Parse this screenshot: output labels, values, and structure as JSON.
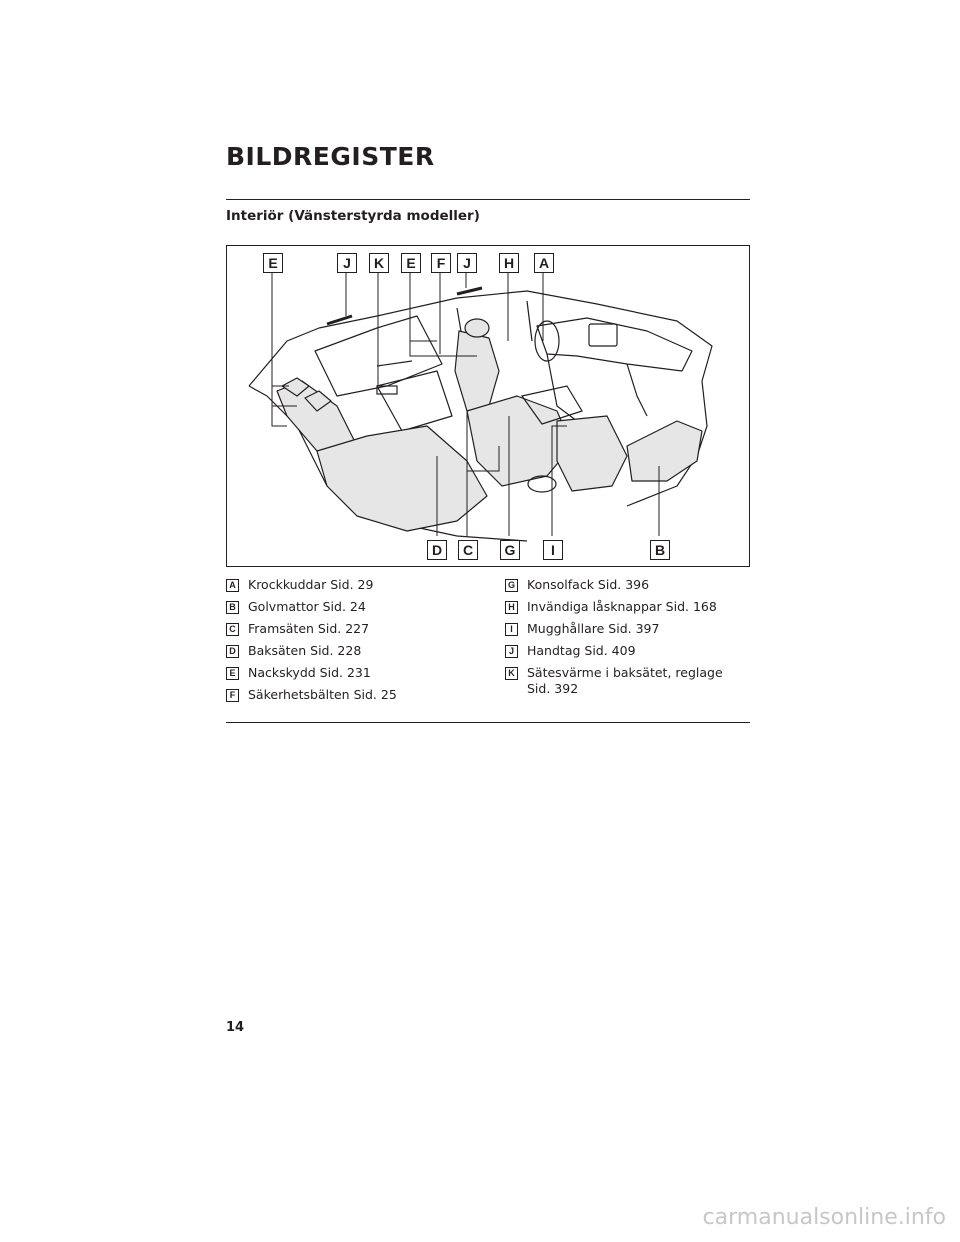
{
  "heading": "BILDREGISTER",
  "subheading": "Interiör (Vänsterstyrda modeller)",
  "figure": {
    "top_callouts": [
      "E",
      "J",
      "K",
      "E",
      "F",
      "J",
      "H",
      "A"
    ],
    "bottom_callouts": [
      "D",
      "C",
      "G",
      "I",
      "B"
    ]
  },
  "legend_left": [
    {
      "letter": "A",
      "text": "Krockkuddar Sid. 29"
    },
    {
      "letter": "B",
      "text": "Golvmattor Sid. 24"
    },
    {
      "letter": "C",
      "text": "Framsäten Sid. 227"
    },
    {
      "letter": "D",
      "text": "Baksäten Sid. 228"
    },
    {
      "letter": "E",
      "text": "Nackskydd Sid. 231"
    },
    {
      "letter": "F",
      "text": "Säkerhetsbälten Sid. 25"
    }
  ],
  "legend_right": [
    {
      "letter": "G",
      "text": "Konsolfack Sid. 396"
    },
    {
      "letter": "H",
      "text": "Invändiga låsknappar Sid. 168"
    },
    {
      "letter": "I",
      "text": "Mugghållare Sid. 397"
    },
    {
      "letter": "J",
      "text": "Handtag Sid. 409"
    },
    {
      "letter": "K",
      "text": "Sätesvärme i baksätet, reglage",
      "text2": "Sid. 392"
    }
  ],
  "page_number": "14",
  "watermark": "carmanualsonline.info"
}
